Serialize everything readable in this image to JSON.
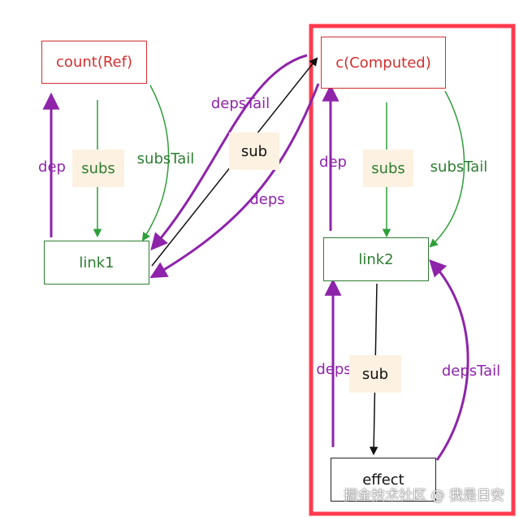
{
  "nodes": {
    "count": "count(Ref)",
    "computed": "c(Computed)",
    "link1": "link1",
    "link2": "link2",
    "effect": "effect"
  },
  "labels": {
    "dep_left": "dep",
    "subs_left": "subs",
    "subsTail_left": "subsTail",
    "depsTail_top": "depsTail",
    "sub_top": "sub",
    "deps_top": "deps",
    "dep_right": "dep",
    "subs_right": "subs",
    "subsTail_right": "subsTail",
    "deps_bottom": "deps",
    "sub_bottom": "sub",
    "depsTail_bottom": "depsTail"
  },
  "watermark": "掘金技术社区 @ 我是日安",
  "colors": {
    "purple": "#8e24aa",
    "green": "#2e7d32",
    "red": "#d32f2f",
    "highlight": "#ff3b4e",
    "label_bg": "#fdf1e1"
  }
}
